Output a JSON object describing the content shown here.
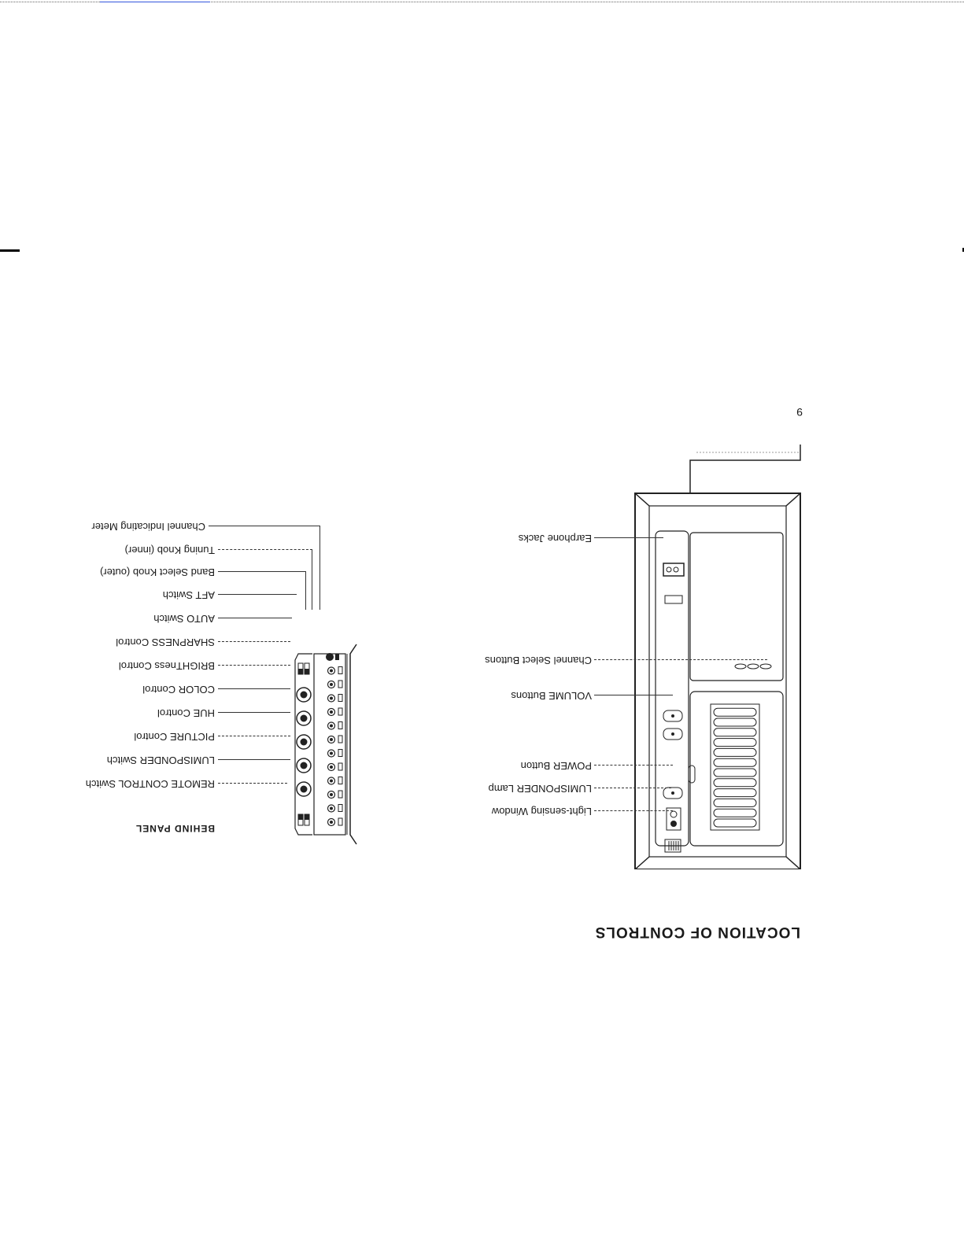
{
  "page": {
    "title": "LOCATION OF CONTROLS",
    "page_number": "9"
  },
  "front_panel": {
    "labels": [
      "Earphone Jacks",
      "Channel Select Buttons",
      "VOLUME Buttons",
      "POWER Button",
      "LUMISPONDER Lamp",
      "Light-sensing Window"
    ],
    "channel_button_count": 12
  },
  "behind_panel": {
    "caption": "BEHIND PANEL",
    "labels": [
      "Channel Indicating Meter",
      "Tuning Knob (inner)",
      "Band Select Knob (outer)",
      "AFT Switch",
      "AUTO Switch",
      "SHARPNESS Control",
      "BRIGHTness Control",
      "COLOR Control",
      "HUE Control",
      "PICTURE Control",
      "LUMISPONDER Switch",
      "REMOTE CONTROL Switch"
    ],
    "tuner_row_count": 12
  },
  "colors": {
    "ink": "#1a1a1a",
    "link": "#3355dd"
  }
}
